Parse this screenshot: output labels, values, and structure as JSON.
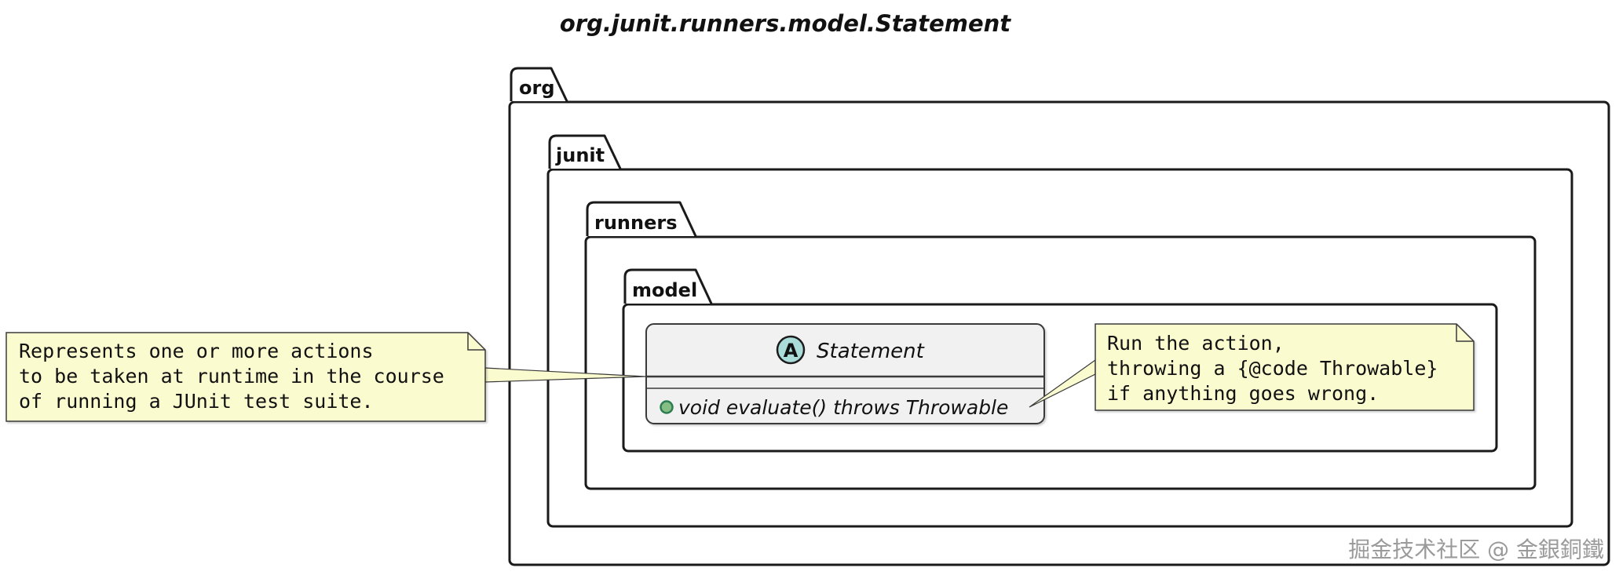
{
  "title": "org.junit.runners.model.Statement",
  "packages": [
    {
      "name": "org"
    },
    {
      "name": "junit"
    },
    {
      "name": "runners"
    },
    {
      "name": "model"
    }
  ],
  "uml_class": {
    "stereotype_letter": "A",
    "stereotype_meaning": "abstract-class",
    "name": "Statement",
    "methods": [
      {
        "visibility": "public",
        "signature": "void evaluate() throws Throwable"
      }
    ]
  },
  "notes": {
    "left": {
      "lines": [
        "Represents one or more actions",
        "to be taken at runtime in the course",
        "of running a JUnit test suite."
      ]
    },
    "right": {
      "lines": [
        "Run the action,",
        "throwing a {@code Throwable}",
        "if anything goes wrong."
      ]
    }
  },
  "watermark": "掘金技术社区 @ 金銀銅鐵",
  "colors": {
    "note_fill": "#FBFBD0",
    "class_fill": "#F1F1F1",
    "abstract_badge_fill": "#AADCDA",
    "public_method_dot_fill": "#84BE84",
    "package_border": "#1A1A1A",
    "shape_border": "#3A3A3A"
  }
}
